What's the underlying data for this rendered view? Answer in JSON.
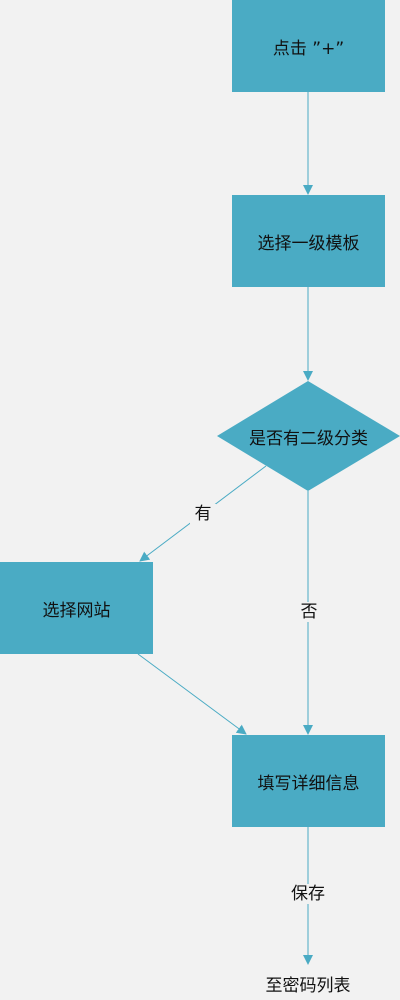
{
  "flowchart": {
    "nodes": {
      "click_plus": "点击 ”+”",
      "select_primary_template": "选择一级模板",
      "has_secondary_category": "是否有二级分类",
      "select_website": "选择网站",
      "fill_details": "填写详细信息",
      "to_password_list": "至密码列表"
    },
    "edge_labels": {
      "yes": "有",
      "no": "否",
      "save": "保存"
    }
  },
  "colors": {
    "node_fill": "#4aabc4",
    "connector": "#4aabc4",
    "background": "#f2f2f2",
    "text": "#111111"
  }
}
